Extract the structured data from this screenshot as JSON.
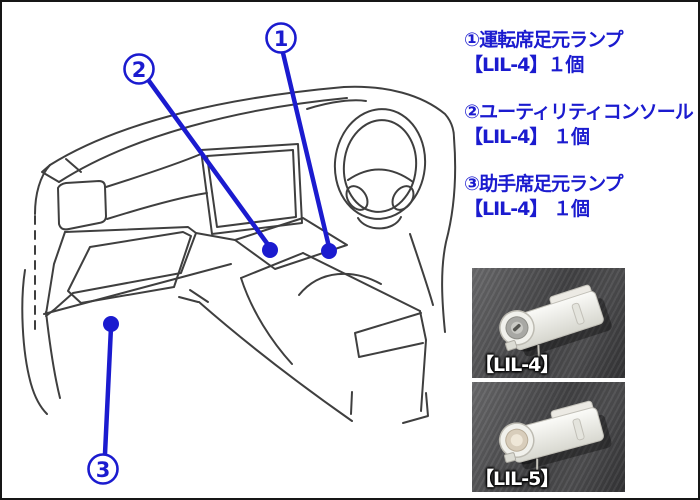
{
  "colors": {
    "accent_blue": "#1b1bcf",
    "sketch_line_gray": "#3f3f3f",
    "photo_label_white": "#ffffff",
    "photo_background_dark": "#424244"
  },
  "legend": {
    "items": [
      {
        "callout": "1",
        "line1": "①運転席足元ランプ",
        "line2": "【LIL-4】１個"
      },
      {
        "callout": "2",
        "line1": "②ユーティリティコンソール",
        "line2": "【LIL-4】 １個"
      },
      {
        "callout": "3",
        "line1": "③助手席足元ランプ",
        "line2": "【LIL-4】 １個"
      }
    ]
  },
  "diagram": {
    "callouts": [
      {
        "number": "1"
      },
      {
        "number": "2"
      },
      {
        "number": "3"
      }
    ]
  },
  "products": [
    {
      "label": "【LIL-4】"
    },
    {
      "label": "【LIL-5】"
    }
  ]
}
